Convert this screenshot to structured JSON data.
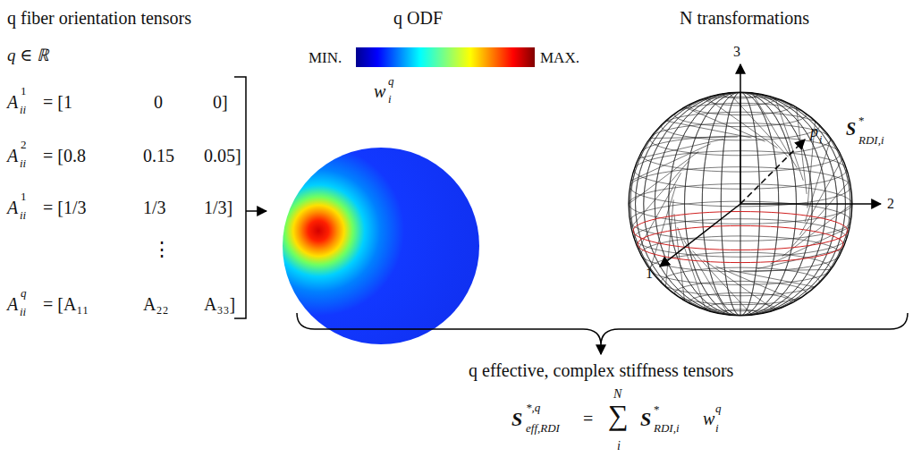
{
  "diagram": {
    "labels": [
      "q fiber orientation tensors",
      "q ∈ ℝ",
      "A",
      "1",
      "ii",
      "= [1",
      "0",
      "0]",
      "A",
      "2",
      "ii",
      "= [0.8",
      "0.15",
      "0.05]",
      "A",
      "1",
      "ii",
      "= [1/3",
      "1/3",
      "1/3]",
      "⋮",
      "A",
      "q",
      "ii",
      "= [A₁₁",
      "A₂₂",
      "A₃₃]",
      "q ODF",
      "MIN.",
      "MAX.",
      "w",
      "q",
      "i",
      "N transformations",
      "3",
      "2",
      "1",
      "p",
      "i",
      "S",
      "*",
      "RDI,i",
      "q effective, complex stiffness tensors",
      "S",
      "*,q",
      "eff,RDI",
      "=",
      "N",
      "∑",
      "i",
      "S",
      "*",
      "RDI,i",
      "w",
      "q",
      "i"
    ]
  }
}
